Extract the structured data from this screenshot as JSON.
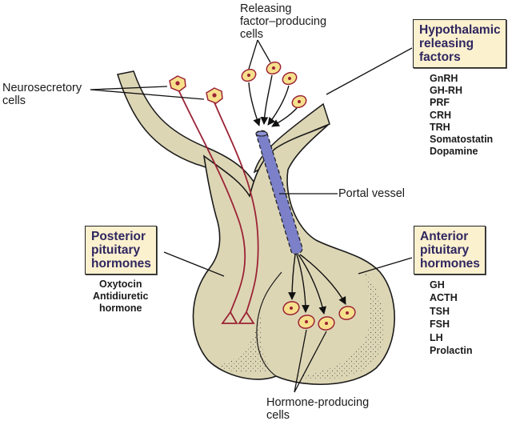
{
  "title": "Hypothalamic-pituitary relationship",
  "labels": {
    "releasing_cells": [
      "Releasing",
      "factor–producing",
      "cells"
    ],
    "neurosecretory_cells": [
      "Neurosecretory",
      "cells"
    ],
    "portal_vessel": "Portal vessel",
    "hormone_producing_cells": [
      "Hormone-producing",
      "cells"
    ]
  },
  "boxes": {
    "hypothalamic": {
      "title": [
        "Hypothalamic",
        "releasing",
        "factors"
      ],
      "items": [
        "GnRH",
        "GH-RH",
        "PRF",
        "CRH",
        "TRH",
        "Somatostatin",
        "Dopamine"
      ]
    },
    "posterior": {
      "title": [
        "Posterior",
        "pituitary",
        "hormones"
      ],
      "items": [
        "Oxytocin",
        "Antidiuretic",
        "hormone"
      ]
    },
    "anterior": {
      "title": [
        "Anterior",
        "pituitary",
        "hormones"
      ],
      "items": [
        "GH",
        "ACTH",
        "TSH",
        "FSH",
        "LH",
        "Prolactin"
      ]
    }
  },
  "colors": {
    "tissue": "#ddd6b5",
    "tissue_outline": "#1a1a1a",
    "box_fill": "#fbf1cf",
    "box_text": "#2f2660",
    "neuron": "#9b2335",
    "cell_fill": "#f7e08c",
    "portal_vessel": "#7b80c8"
  }
}
